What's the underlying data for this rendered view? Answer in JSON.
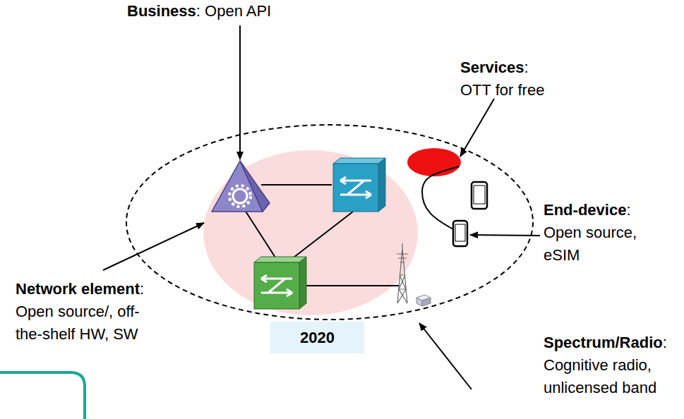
{
  "diagram": {
    "nodes": [
      {
        "text": [
          "2020"
        ]
      }
    ],
    "labels": [
      "Business",
      ": Open API",
      "Services",
      ":",
      "OTT for free",
      "End-device",
      ":",
      "Open source, eSIM",
      "Network element",
      ": Open source/, off-the-shelf HW, SW",
      "Spectrum/Radio",
      ":",
      "Cognitive radio, unlicensed band"
    ]
  }
}
